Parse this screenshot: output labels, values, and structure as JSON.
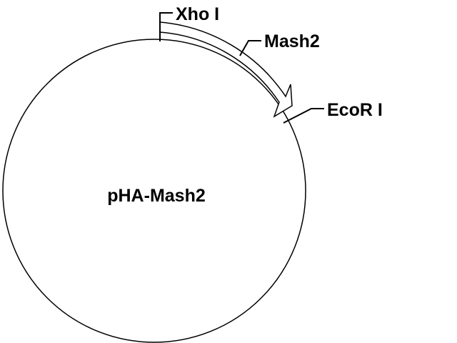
{
  "plasmid": {
    "name": "pHA-Mash2"
  },
  "features": {
    "xhoI": {
      "label": "Xho I"
    },
    "mash2": {
      "label": "Mash2"
    },
    "ecoRI": {
      "label": "EcoR I"
    }
  },
  "colors": {
    "line": "#000000",
    "background": "#ffffff",
    "arrow_fill": "#ffffff"
  }
}
